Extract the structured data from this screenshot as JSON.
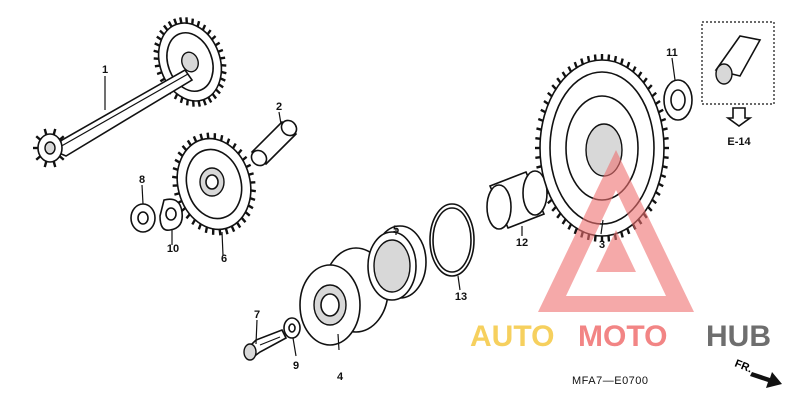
{
  "callouts": {
    "p1": "1",
    "p2": "2",
    "p3": "3",
    "p4": "4",
    "p5": "5",
    "p6": "6",
    "p7": "7",
    "p8": "8",
    "p9": "9",
    "p10": "10",
    "p11": "11",
    "p12": "12",
    "p13": "13"
  },
  "inset": {
    "reference": "E-14"
  },
  "drawing_code": "MFA7—E0700",
  "direction_label": "FR.",
  "watermark": {
    "text_auto": "AUTO",
    "text_moto": "MOTO",
    "text_hub": "HUB",
    "colors": {
      "auto": "#F5C842",
      "moto": "#F07070",
      "hub": "#555555",
      "triangle": "#F07070"
    }
  }
}
